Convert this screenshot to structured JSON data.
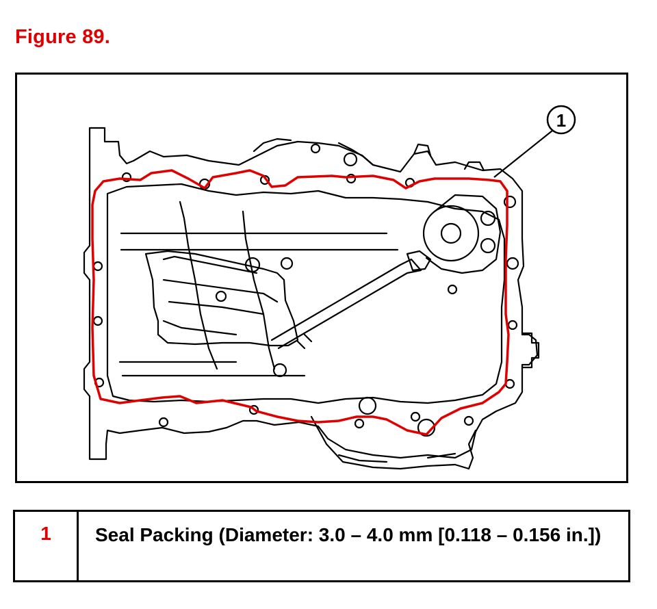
{
  "figure": {
    "title": "Figure 89."
  },
  "callouts": [
    {
      "number": "1"
    }
  ],
  "legend": {
    "rows": [
      {
        "number": "1",
        "description": "Seal Packing (Diameter: 3.0 – 4.0 mm [0.118 – 0.156 in.])"
      }
    ]
  },
  "colors": {
    "accent": "#e00000",
    "line": "#000000",
    "background": "#ffffff"
  }
}
